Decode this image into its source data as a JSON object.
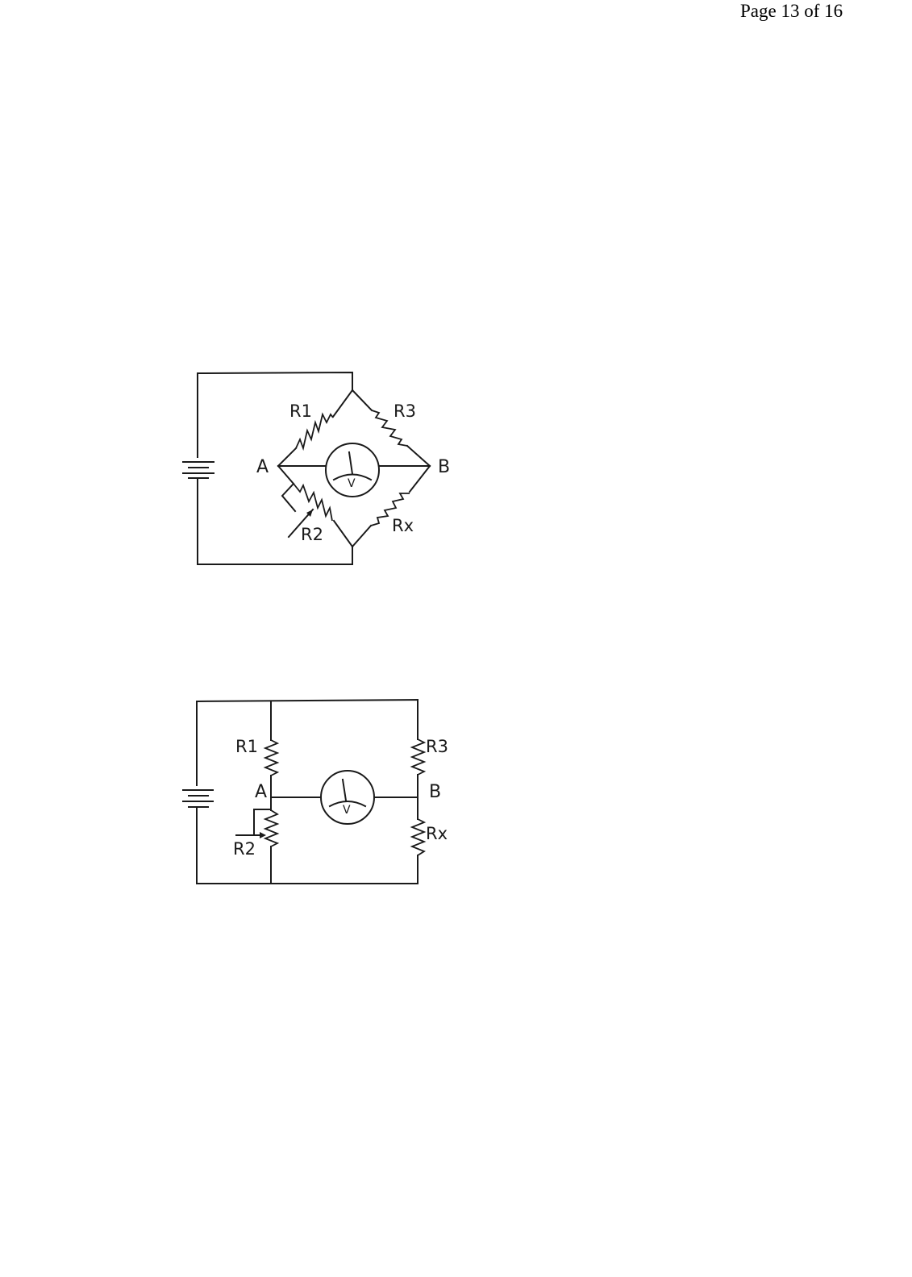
{
  "header": {
    "page_label": "Page 13 of 16"
  },
  "diagrams": [
    {
      "name": "wheatstone-bridge-diamond",
      "nodes": {
        "left": "A",
        "right": "B"
      },
      "resistors": {
        "top_left": "R1",
        "top_right": "R3",
        "bottom_left": "R2",
        "bottom_right": "Rx"
      },
      "meter_label": "V",
      "variable_resistor": "R2"
    },
    {
      "name": "wheatstone-bridge-rectangular",
      "nodes": {
        "left": "A",
        "right": "B"
      },
      "resistors": {
        "top_left": "R1",
        "top_right": "R3",
        "bottom_left": "R2",
        "bottom_right": "Rx"
      },
      "meter_label": "V",
      "variable_resistor": "R2"
    }
  ]
}
